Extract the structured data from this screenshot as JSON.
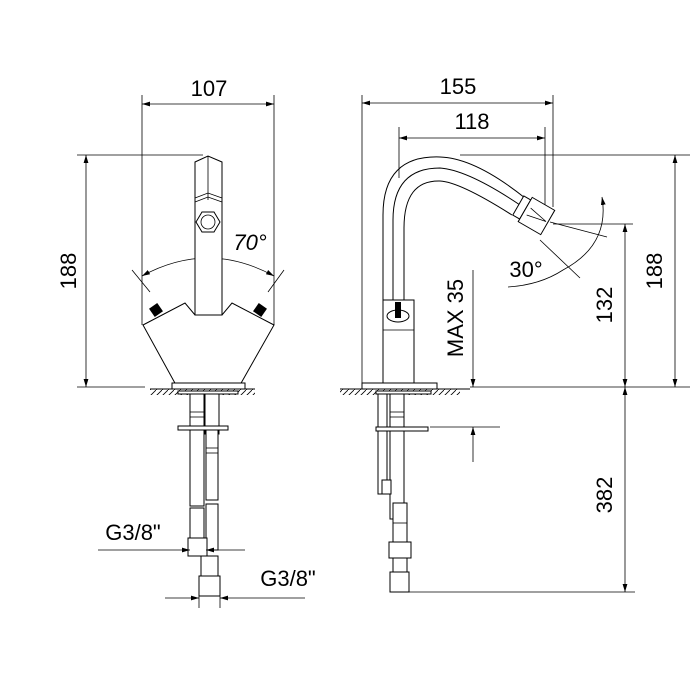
{
  "front_view": {
    "width_dim": "107",
    "height_dim": "188",
    "angle_dim": "70°",
    "thread_left": "G3/8\"",
    "thread_bottom": "G3/8\""
  },
  "side_view": {
    "width_dim": "155",
    "reach_dim": "118",
    "height_dim": "188",
    "outlet_height_dim": "132",
    "angle_dim": "30°",
    "max_thickness_dim": "MAX 35",
    "hose_length_dim": "382"
  }
}
